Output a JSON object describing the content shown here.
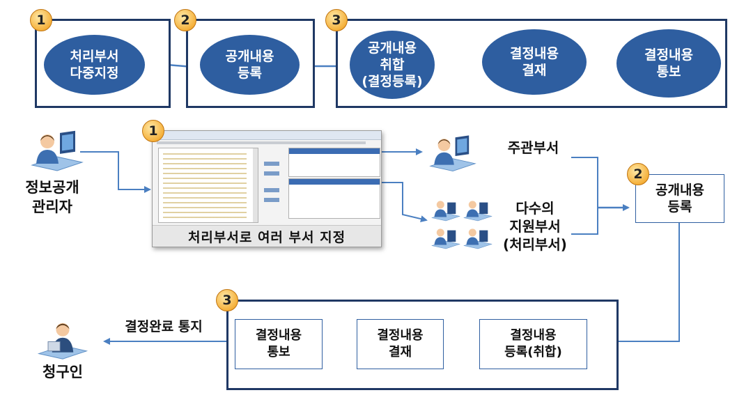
{
  "top_flow": {
    "stages": [
      {
        "badge": "1",
        "nodes": [
          "처리부서\n다중지정"
        ]
      },
      {
        "badge": "2",
        "nodes": [
          "공개내용\n등록"
        ]
      },
      {
        "badge": "3",
        "nodes": [
          "공개내용\n취합\n(결정등록)",
          "결정내용\n결재",
          "결정내용\n통보"
        ]
      }
    ]
  },
  "middle": {
    "admin_label": "정보공개\n관리자",
    "screenshot_badge": "1",
    "screenshot_caption": "처리부서로 여러 부서 지정",
    "main_dept_label": "주관부서",
    "support_dept_label": "다수의\n지원부서\n(처리부서)",
    "register_badge": "2",
    "register_label": "공개내용\n등록"
  },
  "bottom": {
    "badge": "3",
    "boxes": [
      "결정내용\n등록(취합)",
      "결정내용\n결재",
      "결정내용\n통보"
    ],
    "notice_label": "결정완료 통지",
    "requester_label": "청구인"
  },
  "colors": {
    "ellipse": "#2e5ea0",
    "border": "#1f3864",
    "arrow": "#4a7fc1",
    "badge": "#f5b13c"
  }
}
